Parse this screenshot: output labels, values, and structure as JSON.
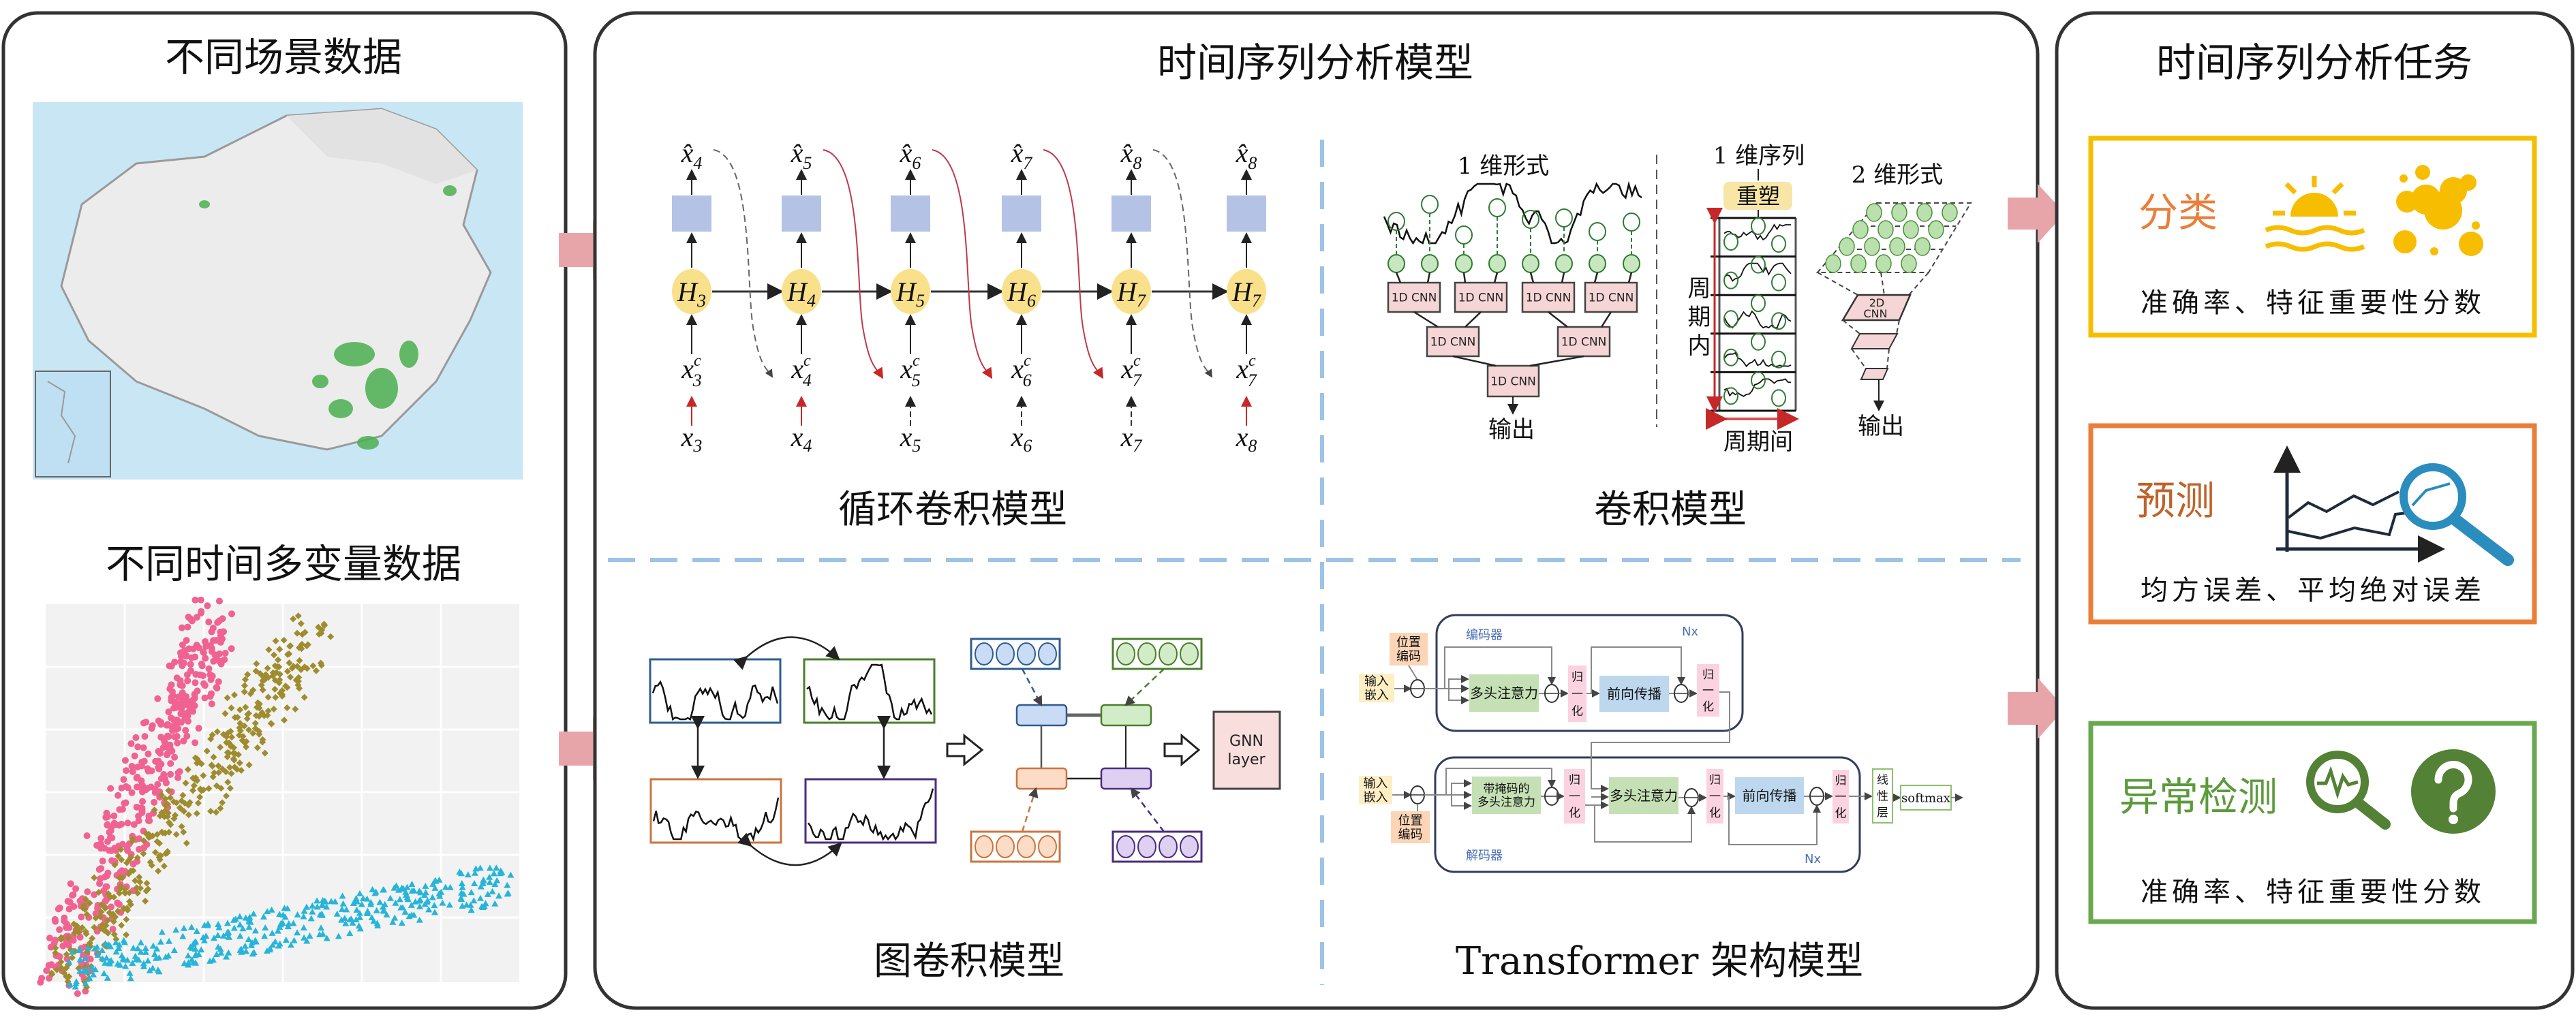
{
  "left_panel": {
    "title_scenes": "不同场景数据",
    "title_multivariate": "不同时间多变量数据"
  },
  "middle_panel": {
    "title": "时间序列分析模型",
    "rnn": {
      "label": "循环卷积模型",
      "output_symbol": "x̂",
      "hidden_symbol": "H",
      "context_symbol": "x",
      "context_sup": "c",
      "input_symbol": "x",
      "outputs": [
        "4",
        "5",
        "6",
        "7",
        "8",
        "8"
      ],
      "hidden": [
        "3",
        "4",
        "5",
        "6",
        "7",
        "7"
      ],
      "contexts": [
        "3",
        "4",
        "5",
        "6",
        "7",
        "7"
      ],
      "inputs": [
        "3",
        "4",
        "5",
        "6",
        "7",
        "8"
      ]
    },
    "cnn": {
      "label": "卷积模型",
      "one_d_form": "1 维形式",
      "cnn_block": "1D CNN",
      "output": "输出",
      "one_d_sequence": "1 维序列",
      "reshape": "重塑",
      "intra_period": "周期内",
      "inter_period": "周期间",
      "two_d_form": "2 维形式",
      "cnn2d_line1": "2D",
      "cnn2d_line2": "CNN",
      "output2": "输出"
    },
    "gnn": {
      "label": "图卷积模型",
      "layer_line1": "GNN",
      "layer_line2": "layer"
    },
    "transformer": {
      "label": "Transformer 架构模型",
      "encoder": "编码器",
      "decoder": "解码器",
      "nx": "Nx",
      "input_embedding": [
        "输入",
        "嵌入"
      ],
      "positional_encoding": [
        "位置",
        "编码"
      ],
      "multi_head_attention": "多头注意力",
      "masked_attention": [
        "带掩码的",
        "多头注意力"
      ],
      "feed_forward": "前向传播",
      "norm": [
        "归",
        "一",
        "化"
      ],
      "linear": [
        "线",
        "性",
        "层"
      ],
      "softmax": "softmax"
    }
  },
  "right_panel": {
    "title": "时间序列分析任务",
    "tasks": [
      {
        "name": "分类",
        "metrics": "准确率、特征重要性分数",
        "border": "#f5bf00",
        "label_color": "#e97f3a",
        "icons": [
          "sunrise-icon",
          "bubbles-icon"
        ]
      },
      {
        "name": "预测",
        "metrics": "均方误差、平均绝对误差",
        "border": "#ea7e38",
        "label_color": "#c0622a",
        "icons": [
          "chart-magnifier-icon"
        ]
      },
      {
        "name": "异常检测",
        "metrics": "准确率、特征重要性分数",
        "border": "#6aa84f",
        "label_color": "#5c9a3c",
        "icons": [
          "anomaly-search-icon",
          "question-icon"
        ]
      }
    ]
  },
  "colors": {
    "flow_arrow": "#e8a5a9",
    "divider": "#9dc3e6",
    "hidden_node": "#f9e08a",
    "output_block": "#b4c2e6",
    "cnn_block": "#f5d5d5",
    "icon_yellow": "#f7bd00",
    "icon_blue": "#2b8cbe",
    "icon_green": "#538135",
    "scatter_series": [
      "#f06292",
      "#9e8c2e",
      "#26b5d9"
    ]
  }
}
